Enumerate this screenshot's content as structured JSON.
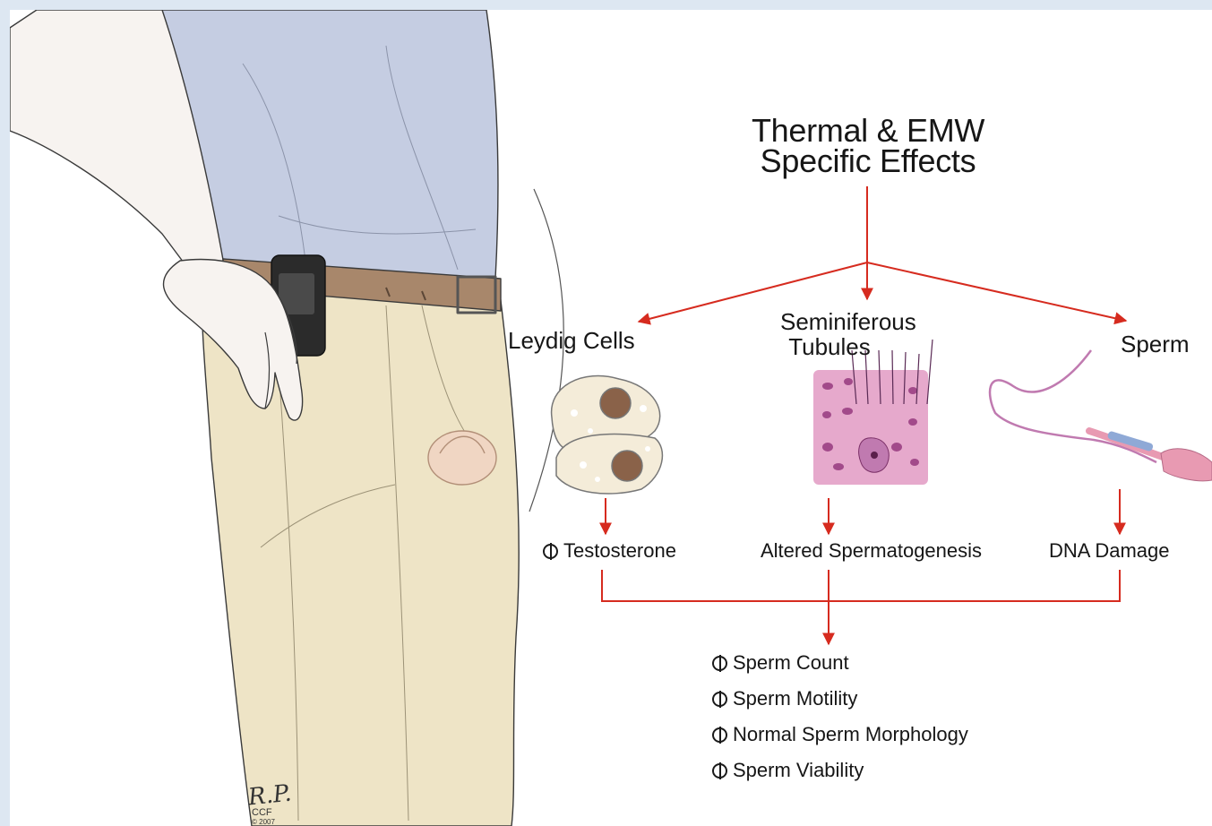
{
  "title": {
    "line1": "Thermal & EMW",
    "line2": "Specific Effects"
  },
  "targets": {
    "leydig": "Leydig Cells",
    "seminiferous_line1": "Seminiferous",
    "seminiferous_line2": "Tubules",
    "sperm": "Sperm"
  },
  "outcomes": {
    "testosterone": "Testosterone",
    "spermatogenesis": "Altered Spermatogenesis",
    "dna": "DNA Damage"
  },
  "effects": [
    "Sperm Count",
    "Sperm Motility",
    "Normal Sperm Morphology",
    "Sperm Viability"
  ],
  "decrease_symbol": "decrease-circle-icon",
  "signature": {
    "initials": "R.P.",
    "mark": "CCF",
    "year": "© 2007"
  },
  "colors": {
    "arrow": "#d62b1f",
    "shirt": "#c5cde2",
    "pants": "#eee4c6",
    "belt": "#a8876b",
    "skin": "#f7f3f0",
    "phone": "#2b2b2b",
    "tubule_tissue": "#e6a9cc",
    "sperm_body": "#e89ab2",
    "sperm_midpiece": "#8fa9d6",
    "leydig_cell": "#f4ecd9",
    "leydig_nucleus": "#8a6249",
    "background": "#dde7f2"
  }
}
